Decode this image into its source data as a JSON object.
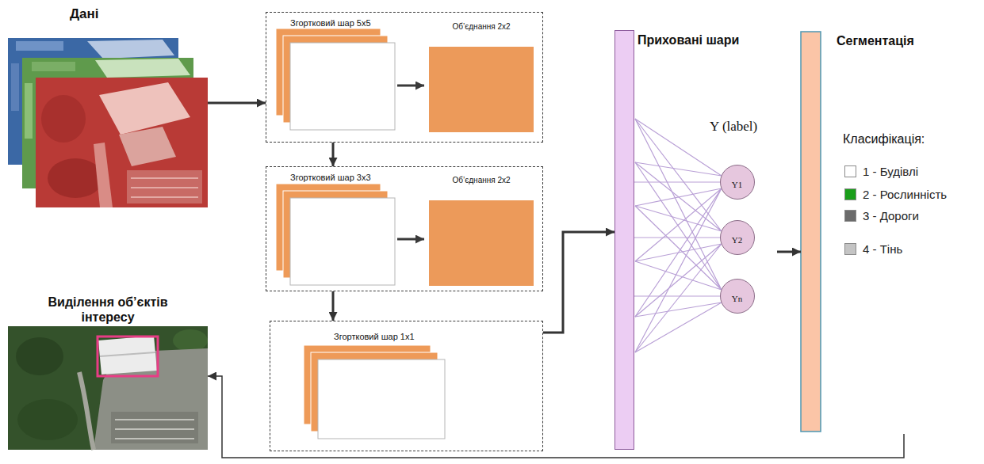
{
  "diagram": {
    "nodes": [
      {
        "text": [
          "Дані"
        ]
      },
      {
        "text": [
          "Згортковий шар 5x5"
        ]
      },
      {
        "text": [
          "Об’єднання 2x2"
        ],
        "in": 1
      },
      {
        "text": [
          "Згортковий шар 3x3"
        ]
      },
      {
        "text": [
          "Об’єднання 2x2"
        ],
        "in": 3
      },
      {
        "text": [
          "Згортковий шар 1x1"
        ]
      },
      {
        "text": [
          "Приховані шари"
        ]
      },
      {
        "text": [
          "Y1"
        ]
      },
      {
        "text": [
          "Y2"
        ]
      },
      {
        "text": [
          "Yn"
        ]
      },
      {
        "text": [
          "Сегментація"
        ]
      },
      {
        "text": [
          "Виділення об’єктів інтересу"
        ]
      }
    ],
    "edges": [
      {
        "from": 0,
        "to": 1,
        "arrow": "to"
      },
      {
        "from": 1,
        "to": 3,
        "arrow": "to"
      },
      {
        "from": 3,
        "to": 5,
        "arrow": "to"
      },
      {
        "from": 5,
        "to": 6,
        "arrow": "to"
      },
      {
        "from": 6,
        "to": 7,
        "arrow": "none"
      },
      {
        "from": 6,
        "to": 8,
        "arrow": "none"
      },
      {
        "from": 6,
        "to": 9,
        "arrow": "none"
      },
      {
        "from": 8,
        "to": 10,
        "arrow": "to"
      },
      {
        "from": 10,
        "to": 11,
        "arrow": "to"
      }
    ],
    "labels": [
      "Y (label)",
      "Класифікація:"
    ],
    "legend": [
      {
        "text": "1 - Будівлі",
        "color": "#ffffff"
      },
      {
        "text": "2 - Рослинність",
        "color": "#1a9e1a"
      },
      {
        "text": "3 - Дороги",
        "color": "#6b6b6b"
      },
      {
        "text": "4 - Тінь",
        "color": "#c4c4c4"
      }
    ]
  }
}
